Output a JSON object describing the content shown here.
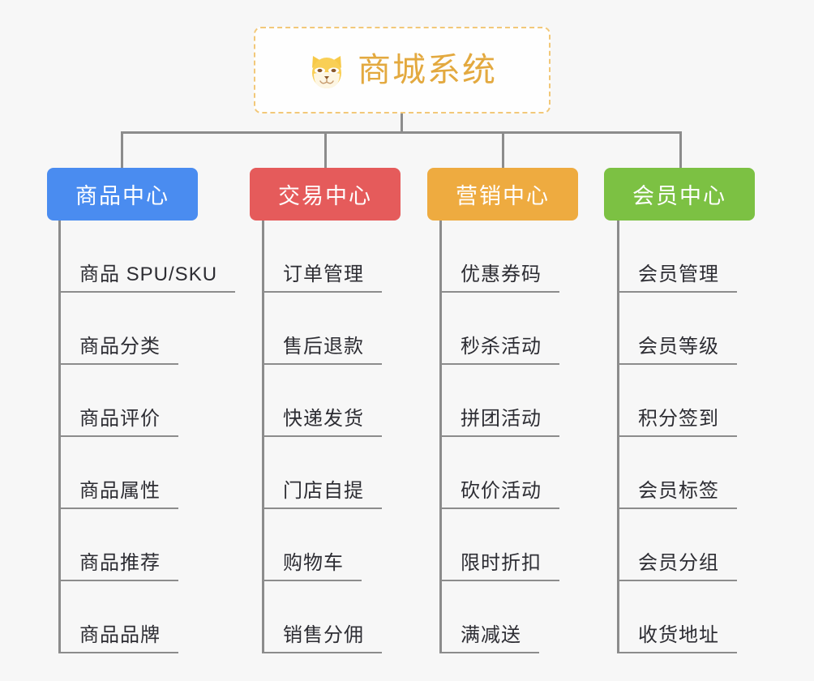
{
  "background_color": "#f7f7f7",
  "line_color": "#8c8c8c",
  "root": {
    "icon": "shiba-dog-face-icon",
    "icon_glyph": "🐶",
    "title": "商城系统",
    "title_color": "#e3a93f",
    "border_color": "#f2c879",
    "border_style": "dashed",
    "background_color": "#fefefe"
  },
  "categories": [
    {
      "label": "商品中心",
      "color": "#4a8cf0",
      "text_color": "#ffffff",
      "items": [
        "商品 SPU/SKU",
        "商品分类",
        "商品评价",
        "商品属性",
        "商品推荐",
        "商品品牌"
      ]
    },
    {
      "label": "交易中心",
      "color": "#e55b5b",
      "text_color": "#ffffff",
      "items": [
        "订单管理",
        "售后退款",
        "快递发货",
        "门店自提",
        "购物车",
        "销售分佣"
      ]
    },
    {
      "label": "营销中心",
      "color": "#eeab40",
      "text_color": "#ffffff",
      "items": [
        "优惠券码",
        "秒杀活动",
        "拼团活动",
        "砍价活动",
        "限时折扣",
        "满减送"
      ]
    },
    {
      "label": "会员中心",
      "color": "#7cc143",
      "text_color": "#ffffff",
      "items": [
        "会员管理",
        "会员等级",
        "积分签到",
        "会员标签",
        "会员分组",
        "收货地址"
      ]
    }
  ]
}
